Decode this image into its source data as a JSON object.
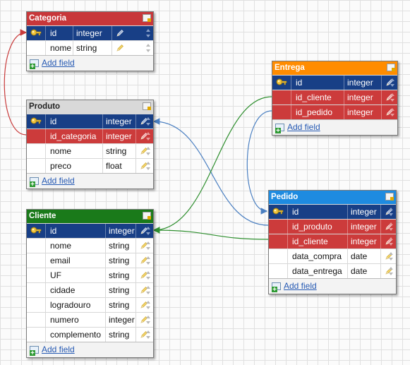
{
  "colors": {
    "categoria_header": "#c8373a",
    "produto_header": "#d9d9d9",
    "cliente_header": "#1a7a1a",
    "entrega_header": "#ff8c00",
    "pedido_header": "#1e8be0",
    "pk_row": "#183f86",
    "fk_row": "#cc3b3b",
    "wire_blue": "#4a7fc1",
    "wire_green": "#2f8f2f",
    "wire_red": "#c83a3a"
  },
  "add_field_label": "Add field",
  "tables": {
    "categoria": {
      "title": "Categoria",
      "fields": [
        {
          "name": "id",
          "type": "integer",
          "kind": "pk"
        },
        {
          "name": "nome",
          "type": "string",
          "kind": "normal"
        }
      ]
    },
    "produto": {
      "title": "Produto",
      "fields": [
        {
          "name": "id",
          "type": "integer",
          "kind": "pk"
        },
        {
          "name": "id_categoria",
          "type": "integer",
          "kind": "fk"
        },
        {
          "name": "nome",
          "type": "string",
          "kind": "normal"
        },
        {
          "name": "preco",
          "type": "float",
          "kind": "normal"
        }
      ]
    },
    "cliente": {
      "title": "Cliente",
      "fields": [
        {
          "name": "id",
          "type": "integer",
          "kind": "pk"
        },
        {
          "name": "nome",
          "type": "string",
          "kind": "normal"
        },
        {
          "name": "email",
          "type": "string",
          "kind": "normal"
        },
        {
          "name": "UF",
          "type": "string",
          "kind": "normal"
        },
        {
          "name": "cidade",
          "type": "string",
          "kind": "normal"
        },
        {
          "name": "logradouro",
          "type": "string",
          "kind": "normal"
        },
        {
          "name": "numero",
          "type": "integer",
          "kind": "normal"
        },
        {
          "name": "complemento",
          "type": "string",
          "kind": "normal"
        }
      ]
    },
    "entrega": {
      "title": "Entrega",
      "fields": [
        {
          "name": "id",
          "type": "integer",
          "kind": "pk"
        },
        {
          "name": "id_cliente",
          "type": "integer",
          "kind": "fk"
        },
        {
          "name": "id_pedido",
          "type": "integer",
          "kind": "fk"
        }
      ]
    },
    "pedido": {
      "title": "Pedido",
      "fields": [
        {
          "name": "id",
          "type": "integer",
          "kind": "pk"
        },
        {
          "name": "id_produto",
          "type": "integer",
          "kind": "fk"
        },
        {
          "name": "id_cliente",
          "type": "integer",
          "kind": "fk"
        },
        {
          "name": "data_compra",
          "type": "date",
          "kind": "normal"
        },
        {
          "name": "data_entrega",
          "type": "date",
          "kind": "normal"
        }
      ]
    }
  },
  "relations": [
    {
      "from": "produto.id_categoria",
      "to": "categoria.id",
      "color": "#c83a3a"
    },
    {
      "from": "pedido.id_produto",
      "to": "produto.id",
      "color": "#4a7fc1"
    },
    {
      "from": "entrega.id_pedido",
      "to": "pedido.id",
      "color": "#4a7fc1"
    },
    {
      "from": "pedido.id_cliente",
      "to": "cliente.id",
      "color": "#2f8f2f"
    },
    {
      "from": "entrega.id_cliente",
      "to": "cliente.id",
      "color": "#2f8f2f"
    }
  ]
}
